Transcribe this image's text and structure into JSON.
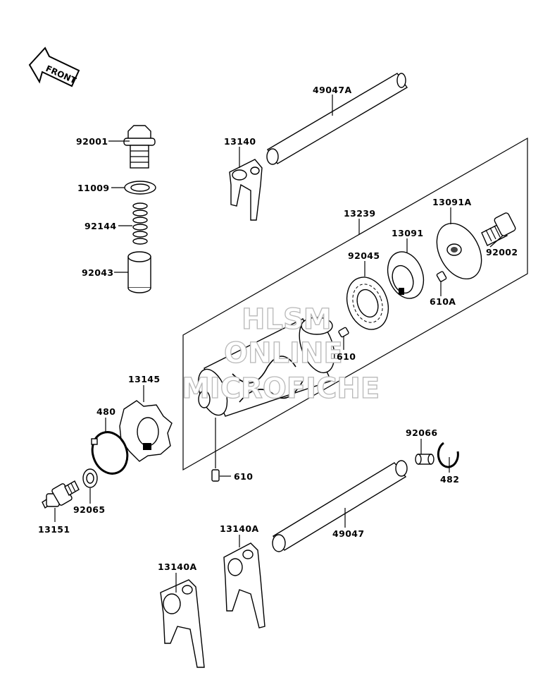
{
  "front_label": "FRONT",
  "watermark": [
    "HLSM",
    "ONLINE",
    "MICROFICHE"
  ],
  "parts": {
    "p49047A": "49047A",
    "p13140": "13140",
    "p92001": "92001",
    "p11009": "11009",
    "p92144": "92144",
    "p92043": "92043",
    "p13239": "13239",
    "p13091A": "13091A",
    "p92002": "92002",
    "p13091": "13091",
    "p92045": "92045",
    "p610A": "610A",
    "p610_upper": "610",
    "p13145": "13145",
    "p480": "480",
    "p610_lower": "610",
    "p92066": "92066",
    "p482": "482",
    "p13151": "13151",
    "p92065": "92065",
    "p49047": "49047",
    "p13140A_right": "13140A",
    "p13140A_left": "13140A"
  }
}
